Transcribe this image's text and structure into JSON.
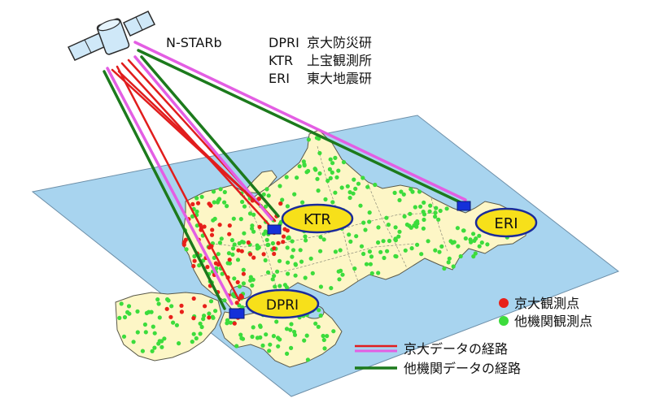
{
  "satellite": {
    "name": "N-STARb"
  },
  "institutions": [
    {
      "code": "DPRI",
      "name": "京大防災研"
    },
    {
      "code": "KTR",
      "name": "上宝観測所"
    },
    {
      "code": "ERI",
      "name": "東大地震研"
    }
  ],
  "stations": [
    {
      "label": "KTR"
    },
    {
      "label": "ERI"
    },
    {
      "label": "DPRI"
    }
  ],
  "legend_points": [
    {
      "label": "京大観測点",
      "color": "#e8201a"
    },
    {
      "label": "他機関観測点",
      "color": "#3cdc3c"
    }
  ],
  "legend_routes": [
    {
      "label": "京大データの経路"
    },
    {
      "label": "他機関データの経路"
    }
  ],
  "colors": {
    "sea": "#a8d4ef",
    "land": "#fdf6c6",
    "kyoto_route": "#e11d1d",
    "other_route": "#1c7a1c",
    "combined_route": "#e35ee3",
    "station_ellipse": "#f7e01a",
    "station_ellipse_stroke": "#1a2a9a",
    "station_marker": "#1530d8"
  }
}
